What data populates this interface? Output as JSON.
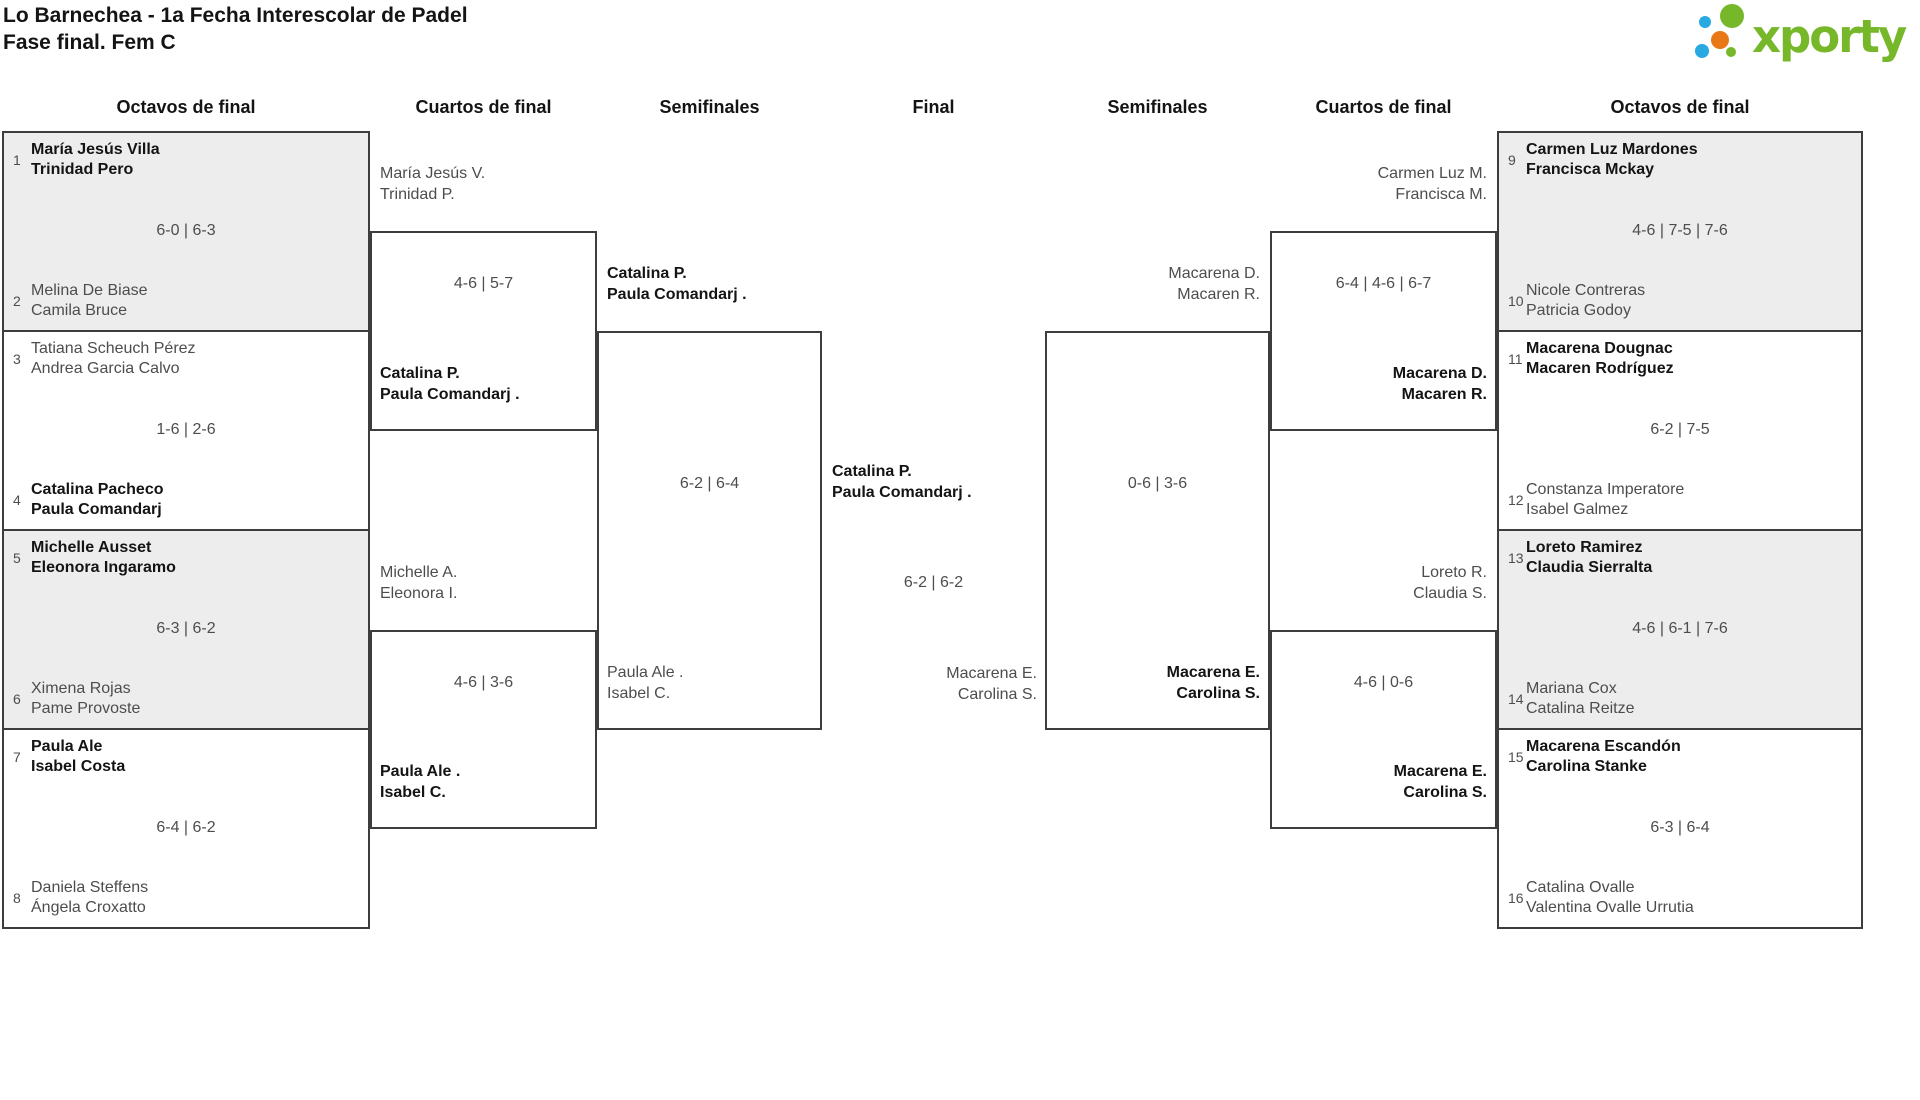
{
  "title": {
    "line1": "Lo Barnechea - 1a Fecha Interescolar de Padel",
    "line2": "Fase final. Fem C"
  },
  "logo": {
    "brand": "xporty",
    "colors": {
      "green": "#76b82a",
      "blue": "#29a9e1",
      "orange": "#e87817"
    }
  },
  "colors": {
    "shaded_box": "#ededed",
    "line": "#3d3d3d",
    "text_primary": "#141414",
    "text_secondary": "#4d4d4d"
  },
  "round_headers": [
    {
      "label": "Octavos de final"
    },
    {
      "label": "Cuartos de final"
    },
    {
      "label": "Semifinales"
    },
    {
      "label": "Final"
    },
    {
      "label": "Semifinales"
    },
    {
      "label": "Cuartos de final"
    },
    {
      "label": "Octavos de final"
    }
  ],
  "round_of_16": [
    {
      "seed_top": "1",
      "top_line1": "María Jesús Villa",
      "top_line2": "Trinidad Pero",
      "score": "6-0 | 6-3",
      "seed_bottom": "2",
      "bottom_line1": "Melina De Biase",
      "bottom_line2": "Camila Bruce"
    },
    {
      "seed_top": "3",
      "top_line1": "Tatiana Scheuch Pérez",
      "top_line2": "Andrea Garcia Calvo",
      "score": "1-6 | 2-6",
      "seed_bottom": "4",
      "bottom_line1": "Catalina Pacheco",
      "bottom_line2": "Paula Comandarj"
    },
    {
      "seed_top": "5",
      "top_line1": "Michelle Ausset",
      "top_line2": "Eleonora Ingaramo",
      "score": "6-3 | 6-2",
      "seed_bottom": "6",
      "bottom_line1": "Ximena Rojas",
      "bottom_line2": "Pame Provoste"
    },
    {
      "seed_top": "7",
      "top_line1": "Paula Ale",
      "top_line2": "Isabel Costa",
      "score": "6-4 | 6-2",
      "seed_bottom": "8",
      "bottom_line1": "Daniela Steffens",
      "bottom_line2": "Ángela Croxatto"
    },
    {
      "seed_top": "9",
      "top_line1": "Carmen Luz Mardones",
      "top_line2": "Francisca Mckay",
      "score": "4-6 | 7-5 | 7-6",
      "seed_bottom": "10",
      "bottom_line1": "Nicole Contreras",
      "bottom_line2": "Patricia Godoy"
    },
    {
      "seed_top": "11",
      "top_line1": "Macarena Dougnac",
      "top_line2": "Macaren Rodríguez",
      "score": "6-2 | 7-5",
      "seed_bottom": "12",
      "bottom_line1": "Constanza Imperatore",
      "bottom_line2": "Isabel Galmez"
    },
    {
      "seed_top": "13",
      "top_line1": "Loreto Ramirez",
      "top_line2": "Claudia Sierralta",
      "score": "4-6 | 6-1 | 7-6",
      "seed_bottom": "14",
      "bottom_line1": "Mariana Cox",
      "bottom_line2": "Catalina Reitze"
    },
    {
      "seed_top": "15",
      "top_line1": "Macarena Escandón",
      "top_line2": "Carolina Stanke",
      "score": "6-3 | 6-4",
      "seed_bottom": "16",
      "bottom_line1": "Catalina Ovalle",
      "bottom_line2": "Valentina Ovalle Urrutia"
    }
  ],
  "quarterfinals": [
    {
      "top_line1": "María Jesús V.",
      "top_line2": "Trinidad P.",
      "score": "4-6 | 5-7",
      "bottom_line1": "Catalina P.",
      "bottom_line2": "Paula Comandarj ."
    },
    {
      "top_line1": "Michelle A.",
      "top_line2": "Eleonora I.",
      "score": "4-6 | 3-6",
      "bottom_line1": "Paula Ale .",
      "bottom_line2": "Isabel C."
    },
    {
      "top_line1": "Carmen Luz M.",
      "top_line2": "Francisca M.",
      "score": "6-4 | 4-6 | 6-7",
      "bottom_line1": "Macarena D.",
      "bottom_line2": "Macaren R."
    },
    {
      "top_line1": "Loreto R.",
      "top_line2": "Claudia S.",
      "score": "4-6 | 0-6",
      "bottom_line1": "Macarena E.",
      "bottom_line2": "Carolina S."
    }
  ],
  "semifinals": [
    {
      "top_line1": "Catalina P.",
      "top_line2": "Paula Comandarj .",
      "score": "6-2 | 6-4",
      "bottom_line1": "Paula Ale .",
      "bottom_line2": "Isabel C."
    },
    {
      "top_line1": "Macarena D.",
      "top_line2": "Macaren R.",
      "score": "0-6 | 3-6",
      "bottom_line1": "Macarena E.",
      "bottom_line2": "Carolina S."
    }
  ],
  "final": {
    "top_line1": "Catalina P.",
    "top_line2": "Paula Comandarj .",
    "score": "6-2 | 6-2",
    "bottom_line1": "Macarena E.",
    "bottom_line2": "Carolina S."
  }
}
